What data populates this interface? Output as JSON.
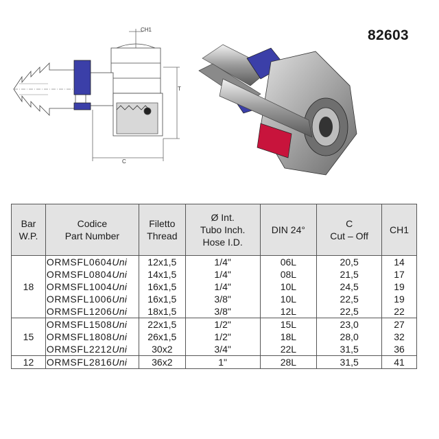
{
  "product_code": "82603",
  "drawing": {
    "label_ch1": "CH1",
    "label_t": "T",
    "label_c": "C"
  },
  "table": {
    "headers": {
      "bar": [
        "Bar",
        "W.P."
      ],
      "code": [
        "Codice",
        "Part Number"
      ],
      "thread": [
        "Filetto",
        "Thread"
      ],
      "hose": [
        "Ø Int.",
        "Tubo Inch.",
        "Hose I.D."
      ],
      "din": [
        "DIN 24°"
      ],
      "cut": [
        "C",
        "Cut – Off"
      ],
      "ch1": [
        "CH1"
      ]
    },
    "groups": [
      {
        "bar": "18",
        "rows": [
          {
            "pn": "ORMSFL0604",
            "suffix": "Uni",
            "thread": "12x1,5",
            "hose": "1/4\"",
            "din": "06L",
            "cut": "20,5",
            "ch1": "14"
          },
          {
            "pn": "ORMSFL0804",
            "suffix": "Uni",
            "thread": "14x1,5",
            "hose": "1/4\"",
            "din": "08L",
            "cut": "21,5",
            "ch1": "17"
          },
          {
            "pn": "ORMSFL1004",
            "suffix": "Uni",
            "thread": "16x1,5",
            "hose": "1/4\"",
            "din": "10L",
            "cut": "24,5",
            "ch1": "19"
          },
          {
            "pn": "ORMSFL1006",
            "suffix": "Uni",
            "thread": "16x1,5",
            "hose": "3/8\"",
            "din": "10L",
            "cut": "22,5",
            "ch1": "19"
          },
          {
            "pn": "ORMSFL1206",
            "suffix": "Uni",
            "thread": "18x1,5",
            "hose": "3/8\"",
            "din": "12L",
            "cut": "22,5",
            "ch1": "22"
          }
        ]
      },
      {
        "bar": "15",
        "rows": [
          {
            "pn": "ORMSFL1508",
            "suffix": "Uni",
            "thread": "22x1,5",
            "hose": "1/2\"",
            "din": "15L",
            "cut": "23,0",
            "ch1": "27"
          },
          {
            "pn": "ORMSFL1808",
            "suffix": "Uni",
            "thread": "26x1,5",
            "hose": "1/2\"",
            "din": "18L",
            "cut": "28,0",
            "ch1": "32"
          },
          {
            "pn": "ORMSFL2212",
            "suffix": "Uni",
            "thread": "30x2",
            "hose": "3/4\"",
            "din": "22L",
            "cut": "31,5",
            "ch1": "36"
          }
        ]
      },
      {
        "bar": "12",
        "rows": [
          {
            "pn": "ORMSFL2816",
            "suffix": "Uni",
            "thread": "36x2",
            "hose": "1\"",
            "din": "28L",
            "cut": "31,5",
            "ch1": "41"
          }
        ]
      }
    ]
  }
}
